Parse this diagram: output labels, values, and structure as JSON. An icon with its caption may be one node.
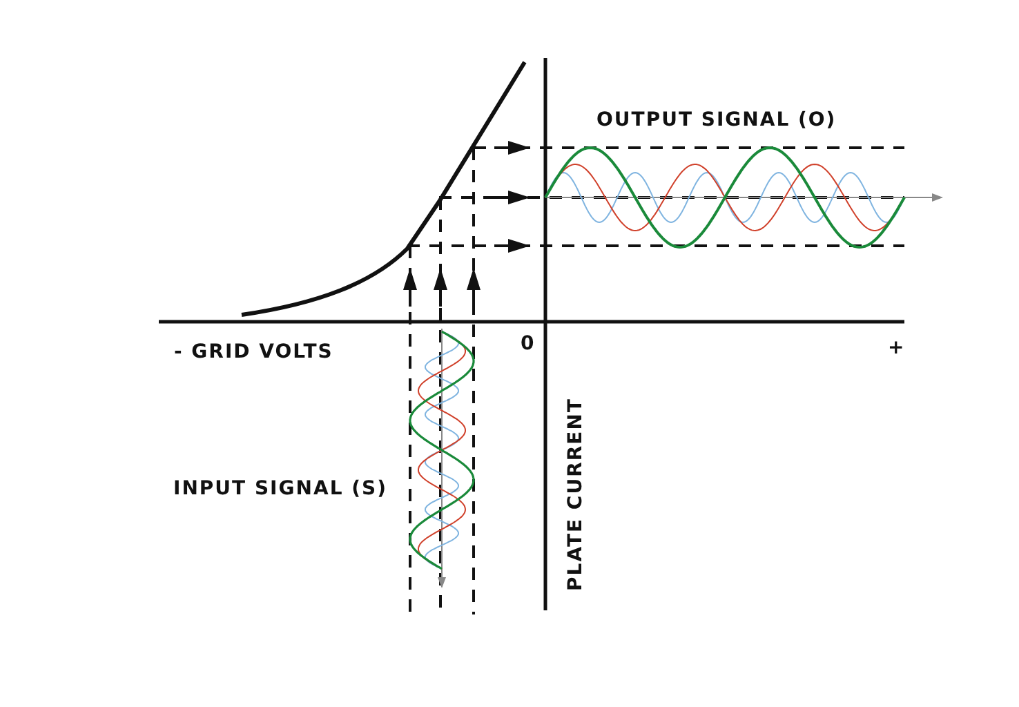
{
  "diagram": {
    "labels": [
      "OUTPUT SIGNAL (O)",
      "- GRID VOLTS",
      "0",
      "+",
      "PLATE CURRENT",
      "INPUT SIGNAL (S)"
    ]
  }
}
